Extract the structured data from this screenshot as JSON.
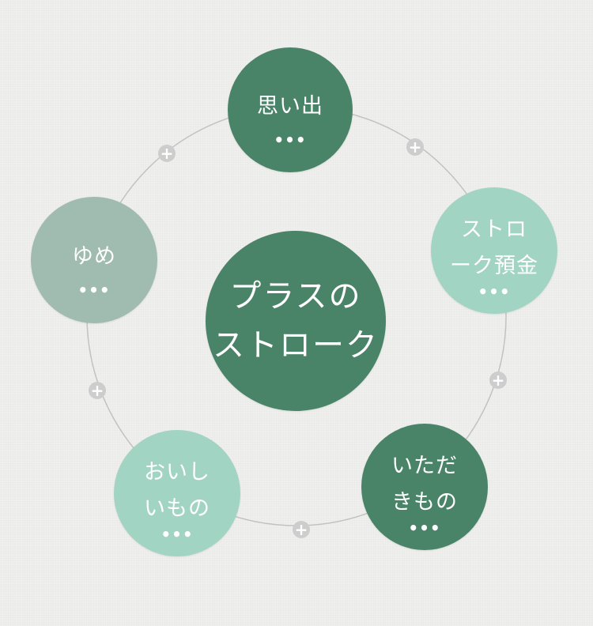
{
  "colors": {
    "dark_green": "#4a8468",
    "mint": "#a2d4c3",
    "sage": "#a0bcb0",
    "ring": "#c2c2c2",
    "plus": "#cdcdcd"
  },
  "center": {
    "label_line1": "プラスの",
    "label_line2": "ストローク"
  },
  "nodes": [
    {
      "line1": "思い出",
      "line2": "",
      "more": "•••",
      "color": "dark_green"
    },
    {
      "line1": "ストロ",
      "line2": "ーク預金",
      "more": "•••",
      "color": "mint"
    },
    {
      "line1": "いただ",
      "line2": "きもの",
      "more": "•••",
      "color": "dark_green"
    },
    {
      "line1": "おいし",
      "line2": "いもの",
      "more": "•••",
      "color": "mint"
    },
    {
      "line1": "ゆめ",
      "line2": "",
      "more": "•••",
      "color": "sage"
    }
  ],
  "add_buttons": [
    {
      "icon": "plus-icon",
      "symbol": "+"
    },
    {
      "icon": "plus-icon",
      "symbol": "+"
    },
    {
      "icon": "plus-icon",
      "symbol": "+"
    },
    {
      "icon": "plus-icon",
      "symbol": "+"
    },
    {
      "icon": "plus-icon",
      "symbol": "+"
    }
  ]
}
